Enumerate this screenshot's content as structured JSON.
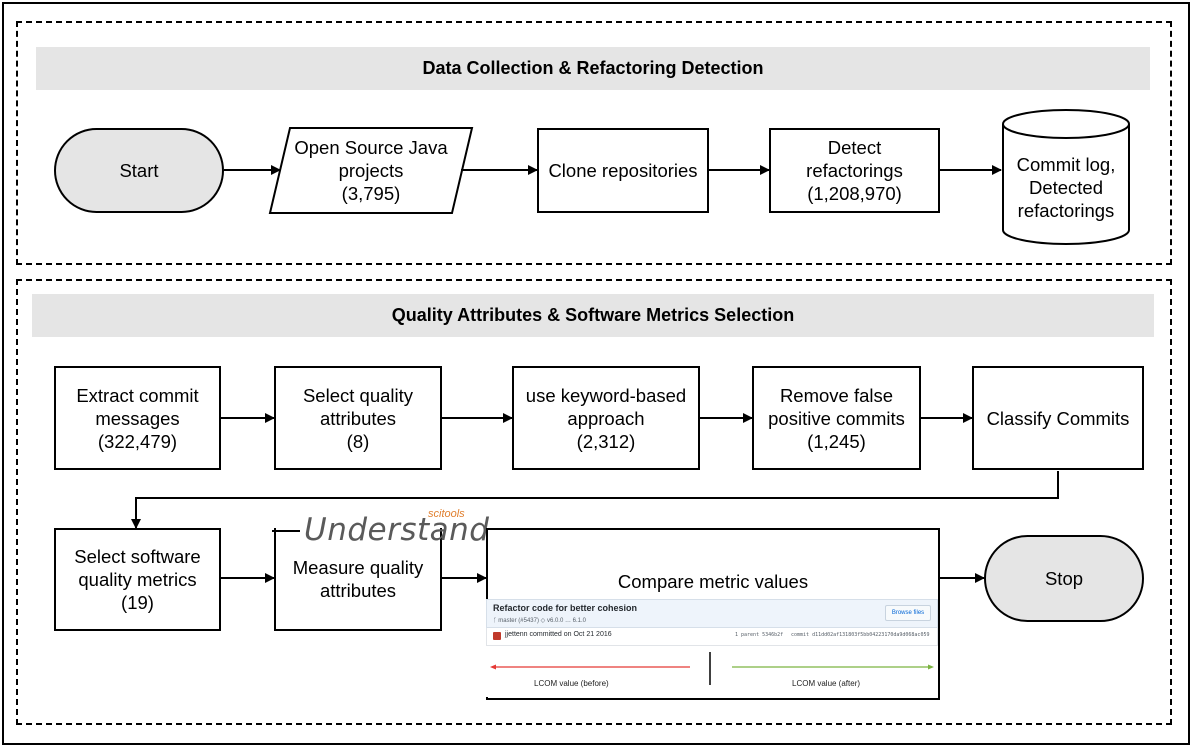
{
  "sections": {
    "top": {
      "title": "Data Collection & Refactoring Detection"
    },
    "bottom": {
      "title": "Quality Attributes & Software Metrics Selection"
    }
  },
  "nodes": {
    "start": "Start",
    "projects": "Open Source Java\nprojects\n(3,795)",
    "clone": "Clone repositories",
    "detect": "Detect\nrefactorings\n(1,208,970)",
    "commit_log": "Commit log,\nDetected\nrefactorings",
    "extract": "Extract commit\nmessages\n(322,479)",
    "select_quality": "Select quality\nattributes\n(8)",
    "keyword": "use keyword-based\napproach\n(2,312)",
    "remove": "Remove false\npositive commits\n(1,245)",
    "classify": "Classify Commits",
    "select_metrics": "Select software\nquality metrics\n(19)",
    "measure": "Measure quality\nattributes",
    "compare": "Compare metric values",
    "stop": "Stop"
  },
  "logo": {
    "brand": "scitools",
    "name": "Understand"
  },
  "screenshot": {
    "title": "Refactor code for better cohesion",
    "branch": "master (#5437)",
    "tags": "v6.0.0  …  6.1.0",
    "browse_button": "Browse files",
    "author": "jjettenn committed on Oct 21 2016",
    "parent": "1 parent 5346b2f",
    "commit": "commit d11dd02af131803f5bb04223170da9d068ac059",
    "before_label": "LCOM value (before)",
    "after_label": "LCOM value (after)",
    "before_color": "#e53935",
    "after_color": "#7cb342"
  }
}
